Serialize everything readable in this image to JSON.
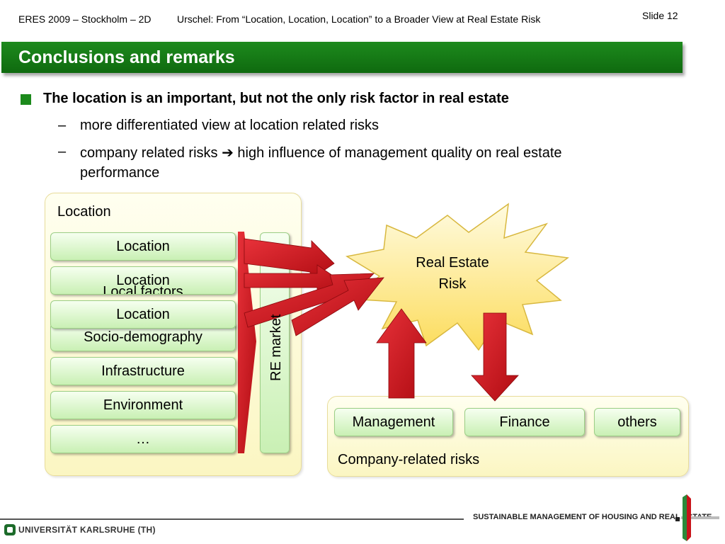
{
  "header": {
    "conference": "ERES 2009 – Stockholm – 2D",
    "talk_title": "Urschel: From “Location, Location, Location” to a Broader View at Real Estate Risk",
    "slide_number": "Slide 12"
  },
  "title": "Conclusions and remarks",
  "bullets": {
    "main": "The location is an important, but not the only risk factor in real estate",
    "sub1": "more differentiated view at location related risks",
    "sub2_line1": "company related risks",
    "sub2_arrow": "➔",
    "sub2_rest": "high influence of management quality on real estate",
    "sub2_line2": "performance",
    "dash": "–"
  },
  "diagram": {
    "location_panel": {
      "title": "Location",
      "boxes": [
        "Location",
        "Location",
        "Location",
        "Socio-demography",
        "Infrastructure",
        "Environment",
        "…"
      ],
      "hidden_text": "Local factors",
      "vertical_label": "RE market"
    },
    "risk_star": {
      "line1": "Real Estate",
      "line2": "Risk"
    },
    "company_panel": {
      "title": "Company-related risks",
      "boxes": [
        "Management",
        "Finance",
        "others"
      ]
    },
    "colors": {
      "arrow": "#c8141a",
      "star": "#fde87a",
      "green": "#1c8a1c"
    }
  },
  "footer": {
    "left": "UNIVERSITÄT KARLSRUHE (TH)",
    "right": "SUSTAINABLE MANAGEMENT OF HOUSING AND REAL ESTATE"
  }
}
